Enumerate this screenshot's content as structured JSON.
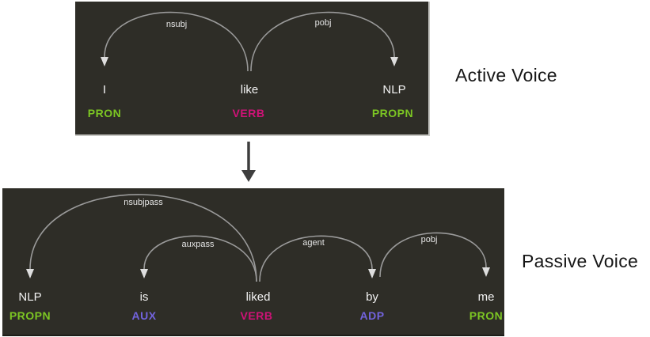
{
  "figure": {
    "active": {
      "caption": "Active Voice",
      "sentence": "I like NLP",
      "words": [
        {
          "text": "I",
          "tag": "PRON",
          "tag_color": "#7cc623"
        },
        {
          "text": "like",
          "tag": "VERB",
          "tag_color": "#cf1277"
        },
        {
          "text": "NLP",
          "tag": "PROPN",
          "tag_color": "#7cc623"
        }
      ],
      "arcs": [
        {
          "label": "nsubj"
        },
        {
          "label": "pobj"
        }
      ]
    },
    "passive": {
      "caption": "Passive Voice",
      "sentence": "NLP is liked by me",
      "words": [
        {
          "text": "NLP",
          "tag": "PROPN",
          "tag_color": "#7cc623"
        },
        {
          "text": "is",
          "tag": "AUX",
          "tag_color": "#7263dd"
        },
        {
          "text": "liked",
          "tag": "VERB",
          "tag_color": "#cf1277"
        },
        {
          "text": "by",
          "tag": "ADP",
          "tag_color": "#7263dd"
        },
        {
          "text": "me",
          "tag": "PRON",
          "tag_color": "#7cc623"
        }
      ],
      "arcs": [
        {
          "label": "nsubjpass"
        },
        {
          "label": "auxpass"
        },
        {
          "label": "agent"
        },
        {
          "label": "pobj"
        }
      ]
    },
    "transform_arrow_icon": "down-arrow"
  },
  "colors": {
    "panel_bg": "#2e2d27",
    "word_text": "#f2f2f2",
    "pos_green": "#7cc623",
    "pos_magenta": "#cf1277",
    "pos_purple": "#7263dd",
    "arc_stroke": "#9a9a9a",
    "arc_label": "#e4e4e4",
    "arrowhead": "#dedede",
    "transform_arrow": "#3e3e3e",
    "caption_text": "#161616"
  }
}
